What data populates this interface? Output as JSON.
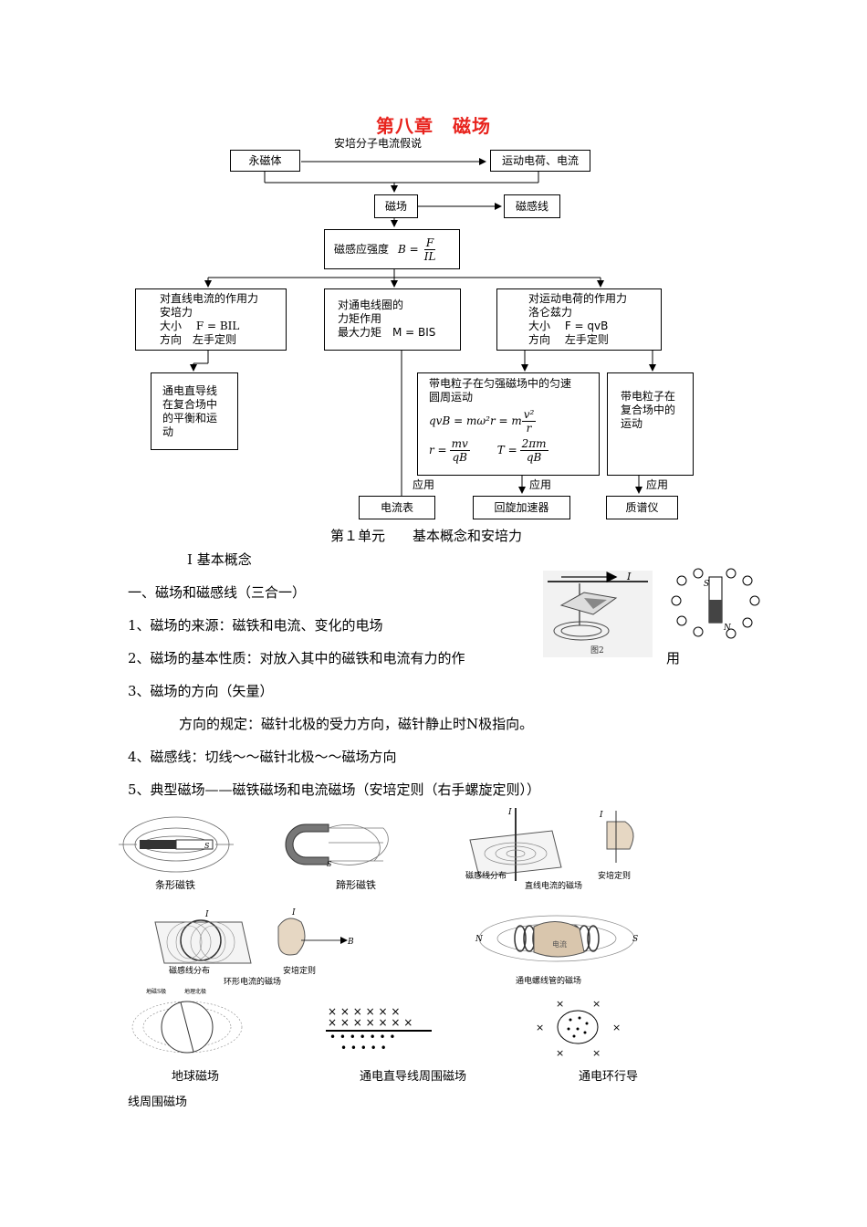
{
  "title": "第八章　磁场",
  "flow": {
    "ampere_hypothesis": "安培分子电流假说",
    "permanent_magnet": "永磁体",
    "moving_charge": "运动电荷、电流",
    "field": "磁场",
    "field_lines": "磁感线",
    "B_label": "磁感应强度",
    "B_lhs": "B =",
    "B_num": "F",
    "B_den": "IL",
    "wire_lines": [
      "对直线电流的作用力",
      "安培力",
      "大小　 F = BIL",
      "方向　左手定则"
    ],
    "coil_lines": [
      "对通电线圈的",
      "力矩作用",
      "最大力矩　M = BIS"
    ],
    "charge_lines": [
      "对运动电荷的作用力",
      "洛仑兹力",
      "大小　 F = qvB",
      "方向　 左手定则"
    ],
    "compound_wire": [
      "通电直导线",
      "在复合场中",
      "的平衡和运",
      "动"
    ],
    "circular_title": [
      "带电粒子在匀强磁场中的匀速",
      "圆周运动"
    ],
    "circ_eq1_lhs": "qvB = mω²r = m",
    "circ_v2": "v²",
    "circ_r": "r",
    "circ_r_lhs": "r =",
    "circ_mv": "mv",
    "circ_qB": "qB",
    "circ_T_lhs": "T =",
    "circ_2pim": "2πm",
    "compound_charge": [
      "带电粒子在",
      "复合场中的",
      "运动"
    ],
    "apply": "应用",
    "ammeter": "电流表",
    "cyclotron": "回旋加速器",
    "mass_spec": "质谱仪"
  },
  "unit_title": "第１单元　　基本概念和安培力",
  "section": "Ⅰ 基本概念",
  "items": {
    "l1": "一、磁场和磁感线（三合一）",
    "l2": "1、磁场的来源：磁铁和电流、变化的电场",
    "l3": "2、磁场的基本性质：对放入其中的磁铁和电流有力的作",
    "l3b": "用",
    "l4": "3、磁场的方向（矢量）",
    "l5": "方向的规定：磁针北极的受力方向，磁针静止时N极指向。",
    "l6": "4、磁感线：切线～～磁针北极～～磁场方向",
    "l7": "5、典型磁场——磁铁磁场和电流磁场（安培定则（右手螺旋定则））"
  },
  "figs": {
    "fig2": "图2",
    "current_I": "I",
    "S": "S",
    "N": "N",
    "bar": "条形磁铁",
    "horseshoe": "蹄形磁铁",
    "wire_dist": "磁感线分布",
    "ampere_rule": "安培定则",
    "straight_field": "直线电流的磁场",
    "ring_dist": "磁感线分布",
    "ring_rule": "安培定则",
    "ring_field": "环形电流的磁场",
    "solenoid_field": "通电螺线管的磁场",
    "solenoid_current": "电流",
    "B": "B",
    "earth_s": "地磁S极",
    "earth_n": "地理北极"
  },
  "captions": {
    "earth": "地球磁场",
    "wire": "通电直导线周围磁场",
    "ring": "通电环行导",
    "ring_cont": "线周围磁场"
  }
}
